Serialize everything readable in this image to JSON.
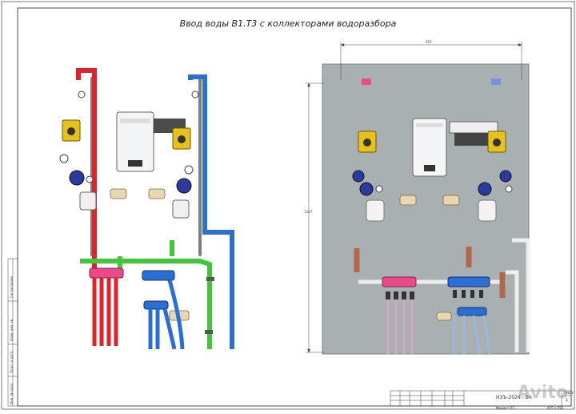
{
  "title": "Ввод воды В1.Т3 с коллекторами водоразбора",
  "dimensions": {
    "width": "925",
    "height": "1307"
  },
  "title_block": {
    "sheet_label": "Лист",
    "sheet_number": "1",
    "doc_code": "НЗЪ-2024 - ВК",
    "format": "Формат А3",
    "scale": "435 х 594"
  },
  "side_labels": [
    "Согласовано",
    "Взам. инв. №",
    "Подп. и дата",
    "Инв. № подл."
  ],
  "watermark": "Avito",
  "colors": {
    "hot": "#e0222a",
    "cold": "#2a6fd6",
    "return": "#3ec83a",
    "pipe": "#b8bcc0",
    "frame": "#8a8f94",
    "panel": "#a9b0b2",
    "valve_yellow": "#e8c21c",
    "pump_blue": "#2a3ba0",
    "drain": "#b0674e",
    "pink": "#e94b8a"
  },
  "icons": [
    "boiler-icon",
    "pump-icon",
    "meter-icon",
    "manifold-icon",
    "valve-icon"
  ]
}
